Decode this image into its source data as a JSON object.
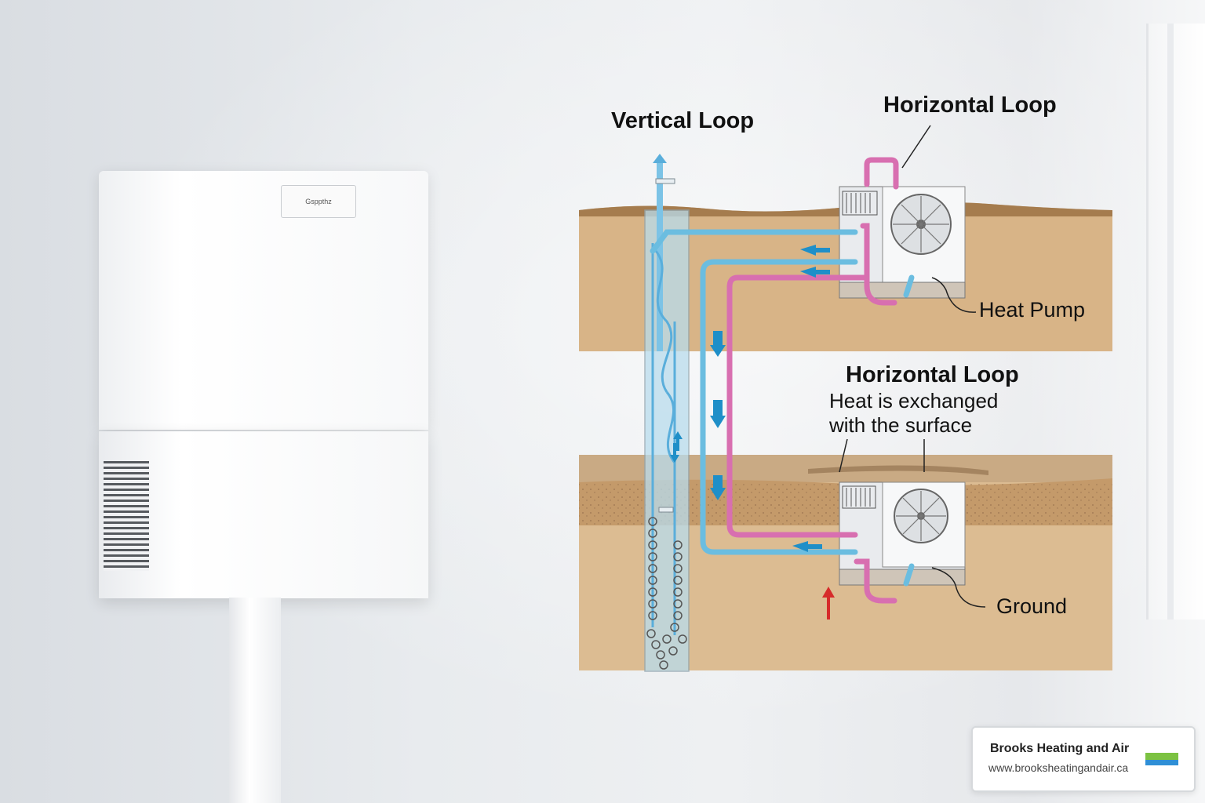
{
  "unit": {
    "label": "Gsppthz"
  },
  "diagram": {
    "vertical_loop": "Vertical Loop",
    "horizontal_loop_top": "Horizontal Loop",
    "heat_pump": "Heat Pump",
    "horizontal_loop_mid": "Horizontal Loop",
    "heat_exchanged": "Heat is exchanged with the surface",
    "ground": "Ground"
  },
  "colors": {
    "soil": "#d8b487",
    "soil_dark": "#c49a6a",
    "cold_pipe": "#6bbde0",
    "hot_pipe": "#d86fb0",
    "arrow_blue": "#1f8fc8",
    "arrow_red": "#d62b2b"
  },
  "badge": {
    "name": "Brooks Heating and Air",
    "url": "www.brooksheatingandair.ca",
    "logo_icon": "brooks-logo"
  }
}
